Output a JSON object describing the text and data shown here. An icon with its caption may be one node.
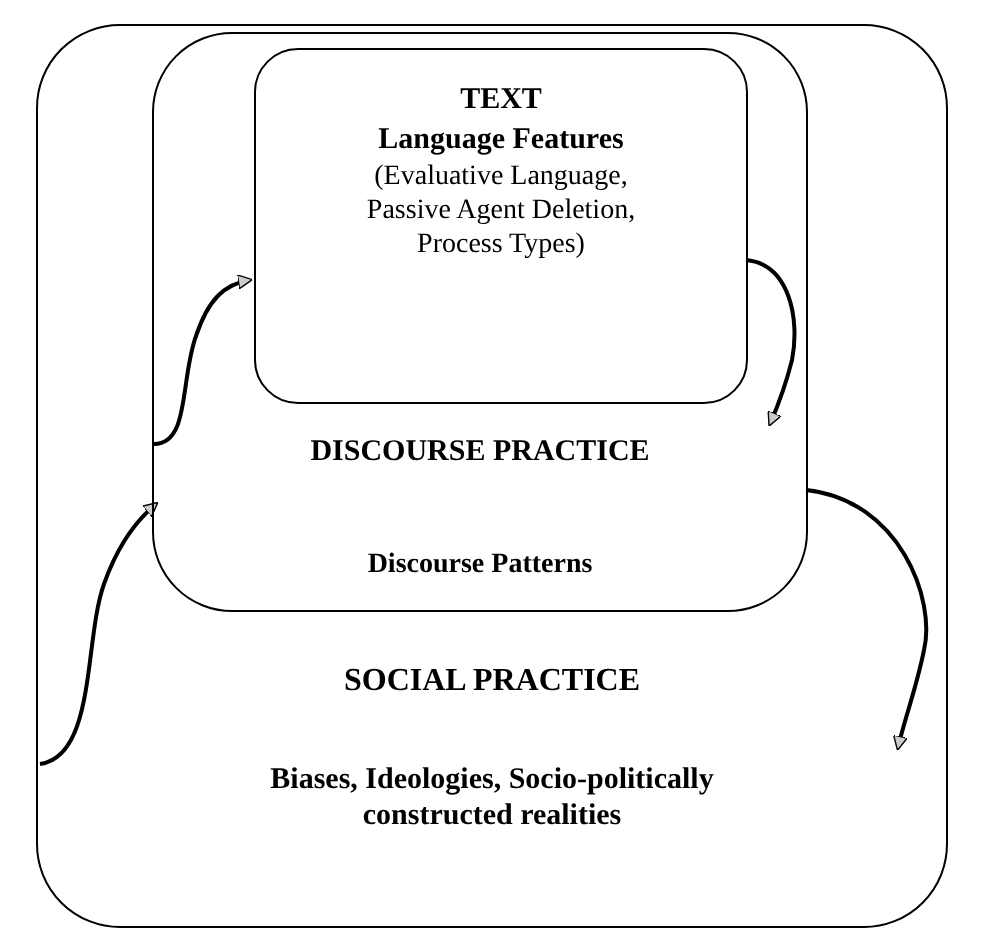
{
  "diagram": {
    "nodes": [
      {
        "text": [
          "SOCIAL PRACTICE",
          "Biases, Ideologies, Socio-politically constructed realities"
        ]
      },
      {
        "text": [
          "DISCOURSE PRACTICE",
          "Discourse Patterns"
        ],
        "in": 0
      },
      {
        "text": [
          "TEXT",
          "Language Features",
          "(Evaluative Language, Passive Agent Deletion, Process Types)"
        ],
        "in": 1
      }
    ],
    "edges": [
      {
        "from": 1,
        "to": 2,
        "arrow": "to"
      },
      {
        "from": 2,
        "to": 1,
        "arrow": "to"
      },
      {
        "from": 0,
        "to": 1,
        "arrow": "to"
      },
      {
        "from": 1,
        "to": 0,
        "arrow": "to"
      }
    ]
  }
}
